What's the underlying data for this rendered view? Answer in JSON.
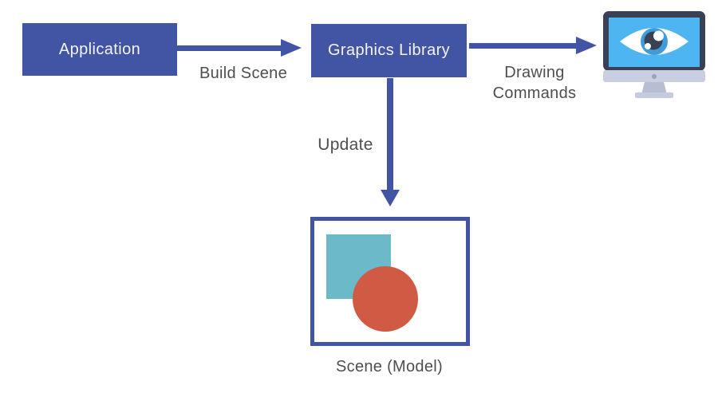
{
  "diagram": {
    "nodes": {
      "application": {
        "label": "Application"
      },
      "graphics_library": {
        "label": "Graphics Library"
      },
      "scene_model": {
        "caption": "Scene (Model)"
      }
    },
    "edges": {
      "build_scene": {
        "label": "Build Scene"
      },
      "drawing_commands": {
        "label": "Drawing Commands"
      },
      "update": {
        "label": "Update"
      }
    },
    "icons": {
      "display": "eye-monitor-icon"
    }
  },
  "colors": {
    "accent-blue": "#4255A5",
    "label-gray": "#4E4E4E",
    "node-text": "#F4F5F8",
    "scene-square-teal": "#6CB9C9",
    "scene-circle-red": "#D15A45",
    "monitor-frame": "#3B4154",
    "monitor-screen": "#4DB5F2",
    "monitor-chin": "#C9CEE0",
    "monitor-stand": "#B7BED4",
    "monitor-base": "#C5CBDE",
    "camera-dot": "#9AA2B8",
    "eye-white": "#FFFFFF",
    "iris-blue": "#3F9BDC",
    "background": "#FFFFFF"
  }
}
